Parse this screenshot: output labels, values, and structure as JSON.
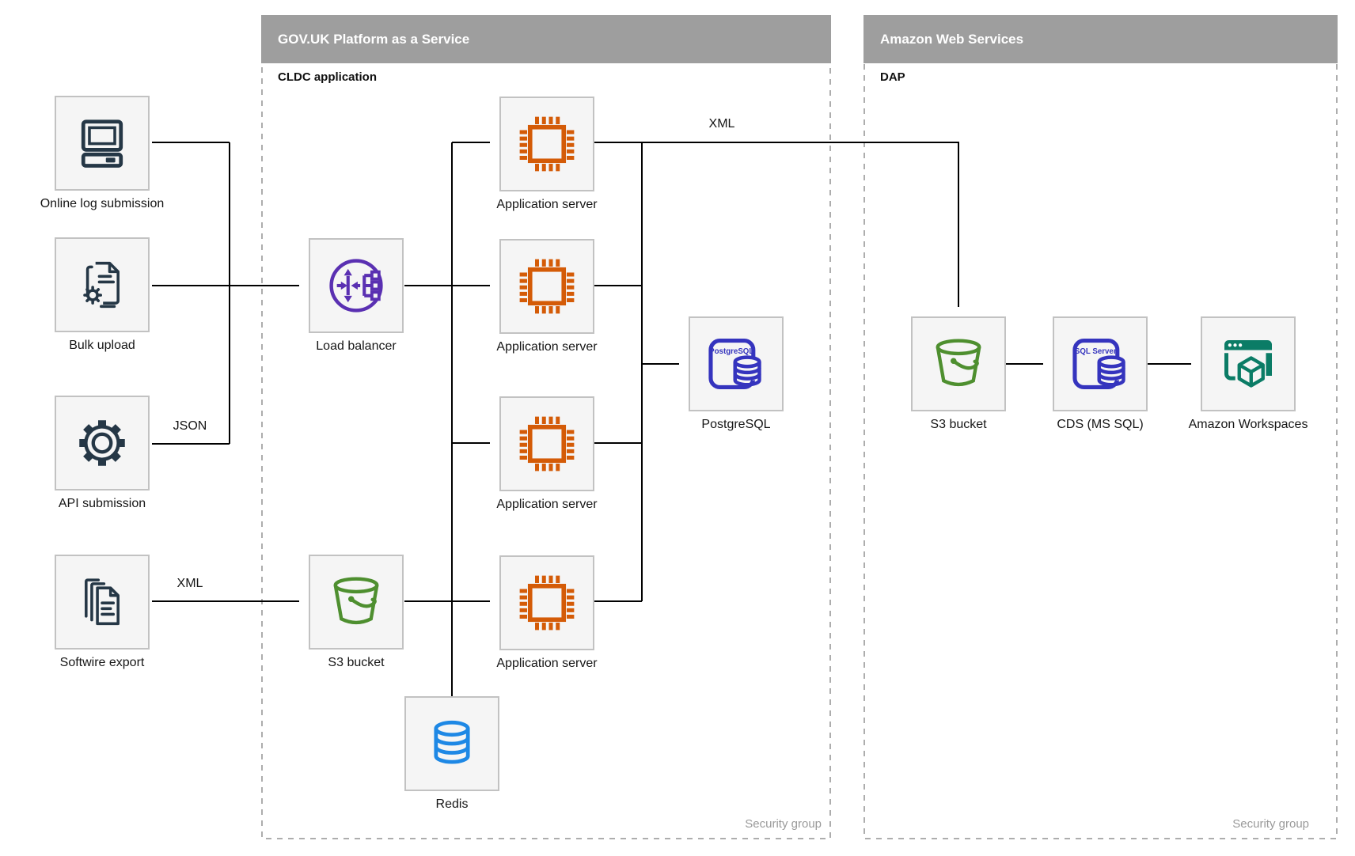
{
  "diagram": {
    "type": "architecture",
    "colors": {
      "container_header_bg": "#9e9e9e",
      "container_header_text": "#ffffff",
      "container_dashed_border": "#adadad",
      "node_fill": "#f5f5f5",
      "node_border": "#c2c2c2",
      "connector": "#000000",
      "security_text": "#9a9a9a",
      "icon_navy": "#253746",
      "icon_orange": "#d45b07",
      "icon_purple": "#5a30b2",
      "icon_green": "#4e8f2f",
      "icon_indigo": "#3534be",
      "icon_blue": "#1e88e5",
      "icon_teal": "#0b7c66"
    },
    "sources": [
      {
        "label": "Online log submission"
      },
      {
        "label": "Bulk upload"
      },
      {
        "label": "API submission"
      },
      {
        "label": "Softwire export"
      }
    ],
    "paas_container": {
      "title": "GOV.UK Platform as a Service",
      "subtitle": "CLDC application",
      "security_label": "Security group",
      "load_balancer_label": "Load balancer",
      "s3_bucket_label": "S3 bucket",
      "app_server_label": "Application server",
      "postgresql_label": "PostgreSQL",
      "redis_label": "Redis"
    },
    "aws_container": {
      "title": "Amazon Web Services",
      "subtitle": "DAP",
      "security_label": "Security group",
      "s3_bucket_label": "S3 bucket",
      "cds_label": "CDS (MS SQL)",
      "workspaces_label": "Amazon Workspaces"
    },
    "edge_labels": {
      "api_format": "JSON",
      "softwire_format": "XML",
      "aws_transfer_format": "XML"
    },
    "icon_texts": {
      "postgresql": "PostgreSQL",
      "sql_server": "SQL Server"
    }
  }
}
